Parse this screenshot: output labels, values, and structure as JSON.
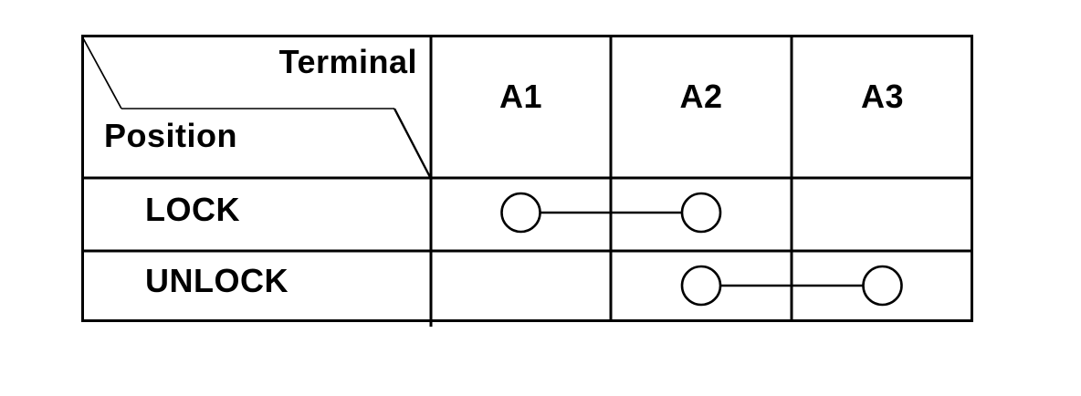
{
  "table": {
    "corner": {
      "top_right_label": "Terminal",
      "bottom_left_label": "Position"
    },
    "columns": [
      "A1",
      "A2",
      "A3"
    ],
    "rows": [
      {
        "position": "LOCK",
        "connected_terminals": [
          "A1",
          "A2"
        ]
      },
      {
        "position": "UNLOCK",
        "connected_terminals": [
          "A2",
          "A3"
        ]
      }
    ]
  },
  "colors": {
    "line": "#000000",
    "background": "#ffffff"
  }
}
